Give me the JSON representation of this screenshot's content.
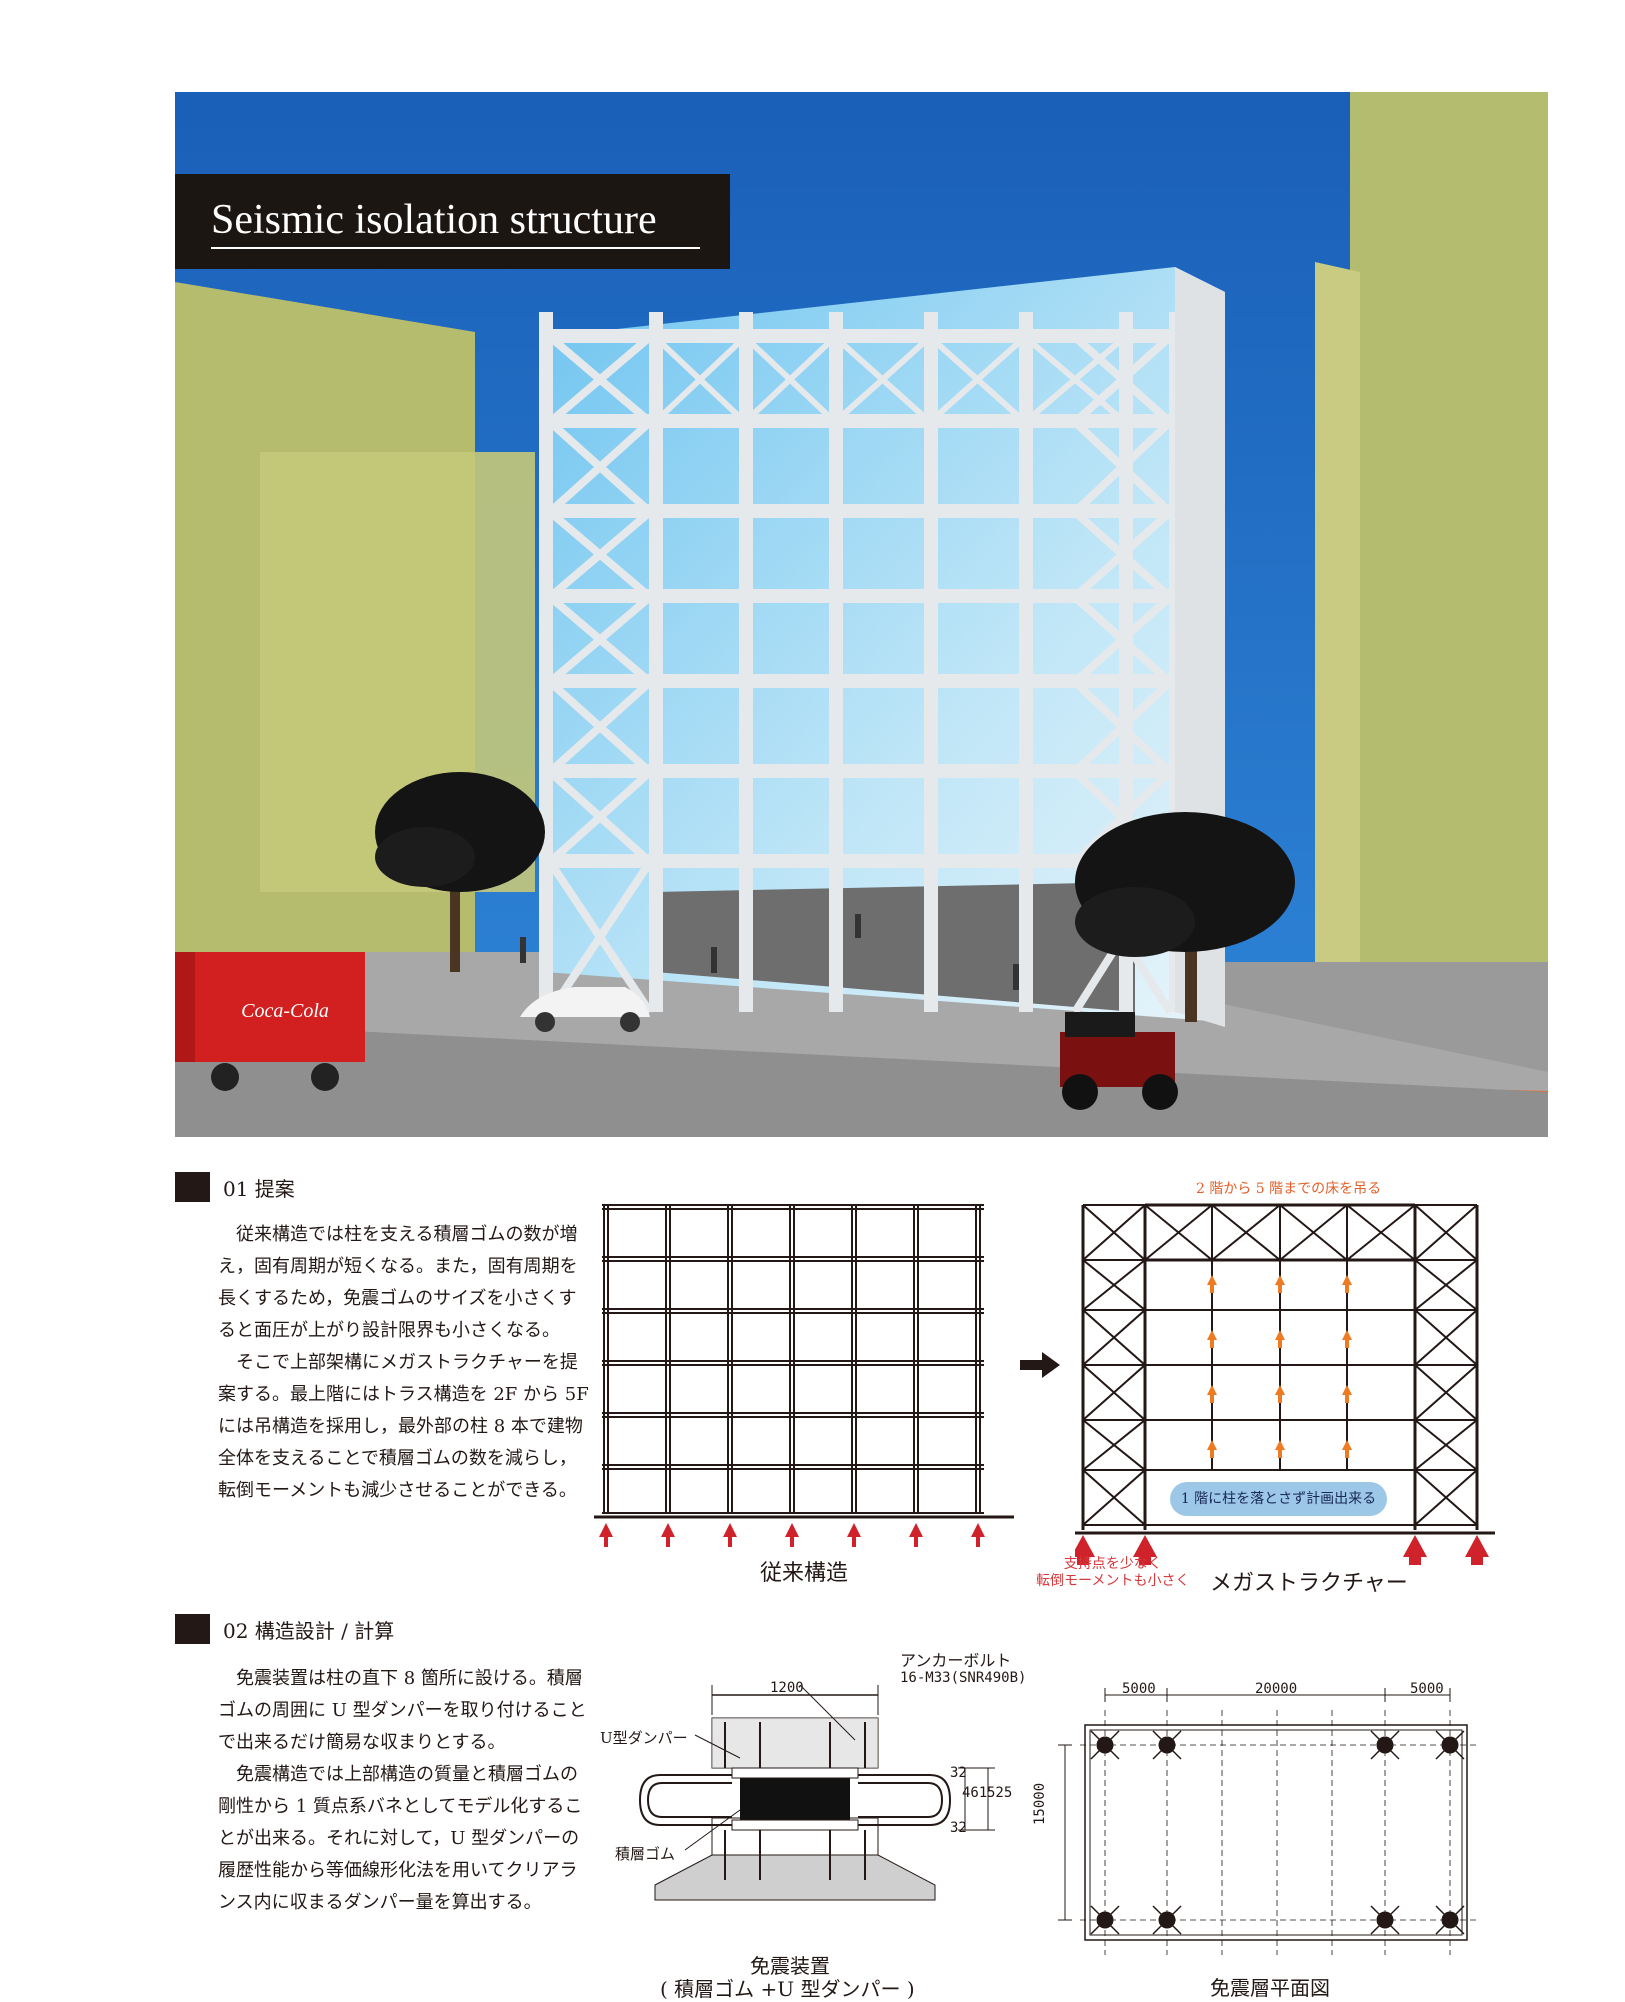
{
  "title": "Seismic isolation structure",
  "section1": {
    "heading": "01 提案",
    "para1": "従来構造では柱を支える積層ゴムの数が増え，固有周期が短くなる。また，固有周期を長くするため，免震ゴムのサイズを小さくすると面圧が上がり設計限界も小さくなる。",
    "para2": "そこで上部架構にメガストラクチャーを提案する。最上階にはトラス構造を 2F から 5F には吊構造を採用し，最外部の柱 8 本で建物全体を支えることで積層ゴムの数を減らし，転倒モーメントも減少させることができる。",
    "caption_left": "従来構造",
    "caption_right": "メガストラクチャー",
    "note_top": "2 階から 5 階までの床を吊る",
    "note_pill": "1 階に柱を落とさず計画出来る",
    "note_bottom1": "支持点を少なく",
    "note_bottom2": "転倒モーメントも小さく"
  },
  "section2": {
    "heading": "02 構造設計 / 計算",
    "para1": "免震装置は柱の直下 8 箇所に設ける。積層ゴムの周囲に U 型ダンパーを取り付けることで出来るだけ簡易な収まりとする。",
    "para2": "免震構造では上部構造の質量と積層ゴムの剛性から 1 質点系バネとしてモデル化することが出来る。それに対して，U 型ダンパーの履歴性能から等価線形化法を用いてクリアランス内に収まるダンパー量を算出する。",
    "anchor_label1": "アンカーボルト",
    "anchor_label2": "16-M33(SNR490B)",
    "dim_width": "1200",
    "label_damper": "U型ダンパー",
    "label_rubber": "積層ゴム",
    "dim_32a": "32",
    "dim_461": "461",
    "dim_525": "525",
    "dim_32b": "32",
    "caption_device1": "免震装置",
    "caption_device2": "( 積層ゴム +U 型ダンパー )",
    "plan_dim_left": "5000",
    "plan_dim_mid": "20000",
    "plan_dim_right": "5000",
    "plan_dim_height": "15000",
    "caption_plan": "免震層平面図"
  },
  "colors": {
    "sky": "#1e6fc4",
    "neighbor_building": "#b8bf72",
    "frame": "#e8ebee",
    "arrow_red": "#d0222a",
    "arrow_orange": "#ee7a22"
  },
  "truck_text": "Coca-Cola"
}
